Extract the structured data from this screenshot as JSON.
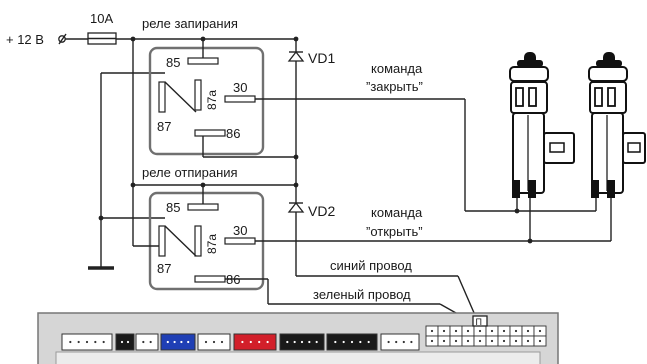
{
  "power": {
    "label": "+ 12 B",
    "fuse": "10A"
  },
  "relays": [
    {
      "title": "реле запирания",
      "pins": {
        "p85": "85",
        "p87a": "87a",
        "p30": "30",
        "p87": "87",
        "p86": "86"
      },
      "diode": "VD1",
      "command": {
        "line1": "команда",
        "line2": "”закрыть”"
      }
    },
    {
      "title": "реле отпирания",
      "pins": {
        "p85": "85",
        "p87a": "87a",
        "p30": "30",
        "p87": "87",
        "p86": "86"
      },
      "diode": "VD2",
      "command": {
        "line1": "команда",
        "line2": "”открыть”"
      }
    }
  ],
  "wires": {
    "blue": "синий провод",
    "green": "зеленый провод"
  },
  "connector": {
    "marker": "П"
  },
  "colors": {
    "blue_block": "#1f3fb5",
    "red_block": "#d21f2a",
    "black_block": "#1a1a1a",
    "relay_border": "#707070"
  }
}
